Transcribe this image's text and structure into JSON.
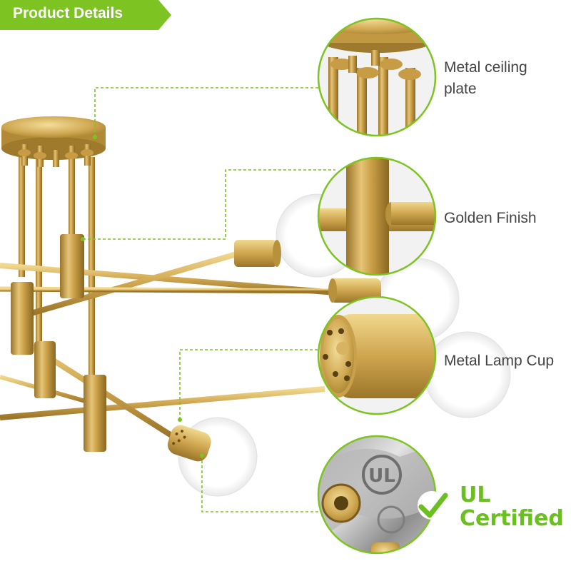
{
  "banner": {
    "title": "Product Details"
  },
  "callouts": [
    {
      "id": "ceiling-plate",
      "lines": [
        "Metal ceiling",
        "plate"
      ]
    },
    {
      "id": "golden-finish",
      "lines": [
        "Golden Finish"
      ]
    },
    {
      "id": "lamp-cup",
      "lines": [
        "Metal Lamp Cup"
      ]
    }
  ],
  "certification": {
    "line1": "UL",
    "line2": "Certified",
    "stamp_text": "UL"
  },
  "colors": {
    "accent_green": "#7dc321",
    "brass": "#d2ac55",
    "brass_dark": "#a07c2a",
    "brass_light": "#f1dc9a",
    "label_text": "#444444"
  }
}
